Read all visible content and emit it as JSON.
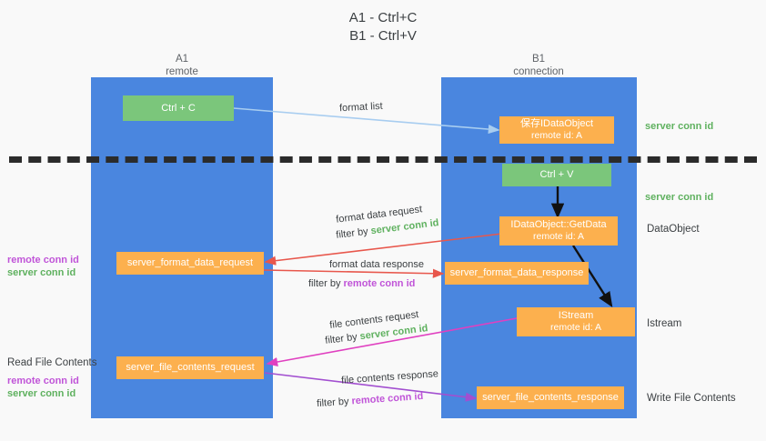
{
  "title": {
    "line1": "A1 - Ctrl+C",
    "line2": "B1 - Ctrl+V"
  },
  "lanes": [
    {
      "id": "a1",
      "name": "A1",
      "role": "remote",
      "color": "#4a86df"
    },
    {
      "id": "b1",
      "name": "B1",
      "role": "connection",
      "color": "#4a86df"
    }
  ],
  "colors": {
    "lane": "#4a86df",
    "green_node": "#7bc67b",
    "orange_node": "#fcb04e",
    "server_conn_text": "#5fb15f",
    "remote_conn_text": "#c054d8",
    "background": "#f9f9f9",
    "divider": "#2b2b2b",
    "arrow_blue": "#a8cdf0",
    "arrow_red": "#e8574c",
    "arrow_magenta": "#e040c0",
    "arrow_purple": "#a24fd0",
    "arrow_black": "#000000"
  },
  "nodes": {
    "ctrl_c": {
      "label": "Ctrl + C"
    },
    "ctrl_v": {
      "label": "Ctrl + V"
    },
    "save_idataobject": {
      "label": "保存IDataObject",
      "sub": "remote id: A"
    },
    "getdata": {
      "label": "IDataObject::GetData",
      "sub": "remote id: A"
    },
    "istream": {
      "label": "IStream",
      "sub": "remote id: A"
    },
    "format_data_request": {
      "label": "server_format_data_request"
    },
    "format_data_response": {
      "label": "server_format_data_response"
    },
    "file_contents_request": {
      "label": "server_file_contents_request"
    },
    "file_contents_response": {
      "label": "server_file_contents_response"
    }
  },
  "edge_labels": {
    "format_list": "format list",
    "format_data_request": "format data request",
    "format_data_request_filter_prefix": "filter by ",
    "format_data_request_filter_key": "server conn id",
    "format_data_response": "format data response",
    "format_data_response_filter_prefix": "filter by ",
    "format_data_response_filter_key": "remote conn id",
    "file_contents_request": "file contents request",
    "file_contents_request_filter_prefix": "filter by ",
    "file_contents_request_filter_key": "server conn id",
    "file_contents_response": "file contents response",
    "file_contents_response_filter_prefix": "filter by ",
    "file_contents_response_filter_key": "remote conn id"
  },
  "right_labels": {
    "server_conn_id_top": "server conn id",
    "server_conn_id_mid": "server conn id",
    "dataobject": "DataObject",
    "istream": "Istream",
    "write_file_contents": "Write File Contents"
  },
  "left_labels": {
    "remote_conn_id_1": "remote conn id",
    "server_conn_id_1": "server conn id",
    "read_file_contents": "Read File Contents",
    "remote_conn_id_2": "remote conn id",
    "server_conn_id_2": "server conn id"
  }
}
